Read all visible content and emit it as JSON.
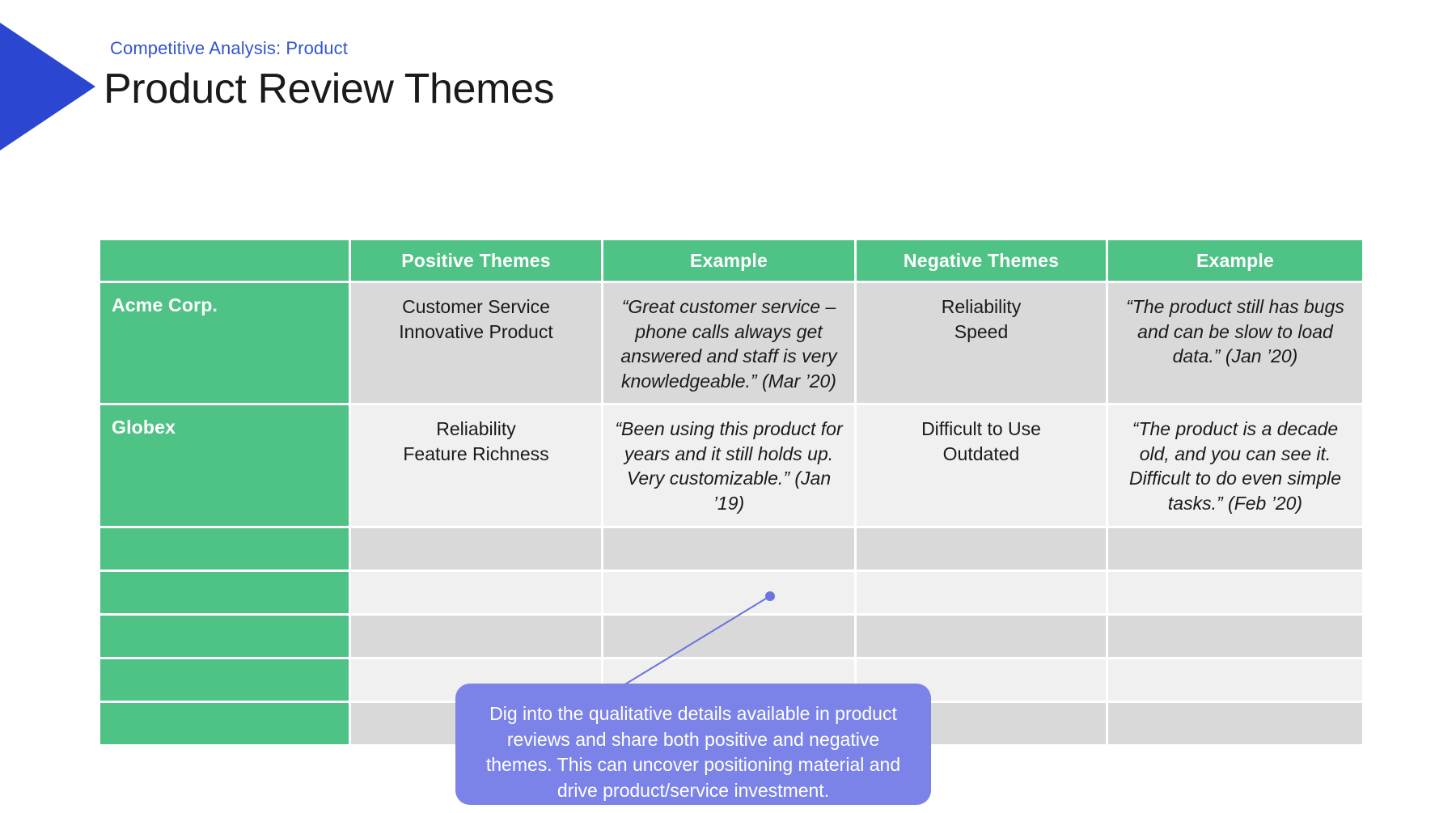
{
  "header": {
    "eyebrow": "Competitive Analysis: Product",
    "title": "Product Review Themes",
    "pennant_color": "#2B46D1",
    "eyebrow_color": "#3355CC"
  },
  "colors": {
    "accent_green": "#4FC285",
    "band_dark": "#D9D9D9",
    "band_light": "#F0F0F0",
    "callout_purple": "#7B82E8",
    "connector_blue": "#6A74DC"
  },
  "table": {
    "columns": [
      {
        "key": "company",
        "label": ""
      },
      {
        "key": "positive_themes",
        "label": "Positive Themes"
      },
      {
        "key": "positive_example",
        "label": "Example"
      },
      {
        "key": "negative_themes",
        "label": "Negative Themes"
      },
      {
        "key": "negative_example",
        "label": "Example"
      }
    ],
    "rows": [
      {
        "company": "Acme Corp.",
        "positive_themes": "Customer Service\nInnovative Product",
        "positive_example": "“Great customer service – phone calls always get answered and staff is very knowledgeable.” (Mar ’20)",
        "negative_themes": "Reliability\nSpeed",
        "negative_example": "“The product still has bugs and can be slow to load data.” (Jan ’20)"
      },
      {
        "company": "Globex",
        "positive_themes": "Reliability\nFeature Richness",
        "positive_example": "“Been using this product for years and it still holds up. Very customizable.” (Jan ’19)",
        "negative_themes": "Difficult to Use\nOutdated",
        "negative_example": "“The product is a decade old, and you can see it. Difficult to do even simple tasks.” (Feb ’20)"
      },
      {
        "company": "",
        "positive_themes": "",
        "positive_example": "",
        "negative_themes": "",
        "negative_example": ""
      },
      {
        "company": "",
        "positive_themes": "",
        "positive_example": "",
        "negative_themes": "",
        "negative_example": ""
      },
      {
        "company": "",
        "positive_themes": "",
        "positive_example": "",
        "negative_themes": "",
        "negative_example": ""
      },
      {
        "company": "",
        "positive_themes": "",
        "positive_example": "",
        "negative_themes": "",
        "negative_example": ""
      },
      {
        "company": "",
        "positive_themes": "",
        "positive_example": "",
        "negative_themes": "",
        "negative_example": ""
      }
    ]
  },
  "callout": {
    "text": "Dig into the qualitative details available in product reviews and share both positive and negative themes. This can uncover positioning material and drive product/service investment."
  }
}
